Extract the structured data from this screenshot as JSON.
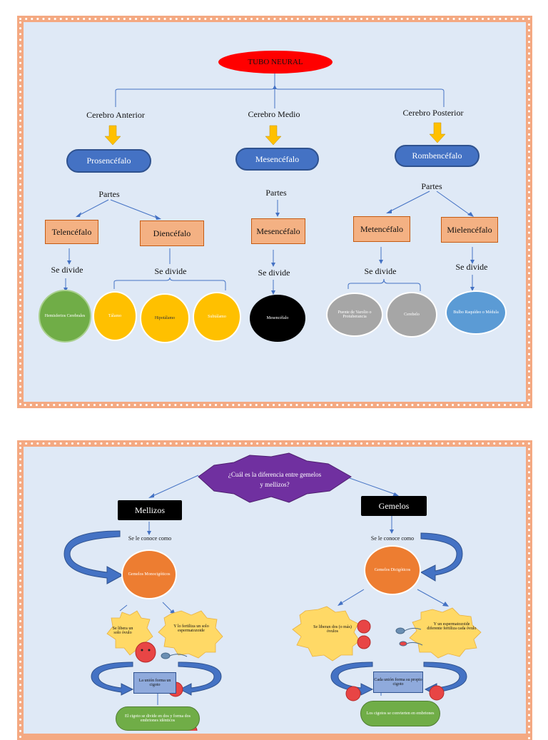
{
  "panel1": {
    "root": "TUBO NEURAL",
    "branches": [
      {
        "title": "Cerebro Anterior",
        "node": "Prosencéfalo"
      },
      {
        "title": "Cerebro Medio",
        "node": "Mesencéfalo"
      },
      {
        "title": "Cerebro Posterior",
        "node": "Rombencéfalo"
      }
    ],
    "partes_label": "Partes",
    "parts": {
      "telencefalo": "Telencéfalo",
      "diencefalo": "Diencéfalo",
      "mesencefalo": "Mesencéfalo",
      "metencefalo": "Metencéfalo",
      "mielencefalo": "Mielencéfalo"
    },
    "divide_label": "Se divide",
    "leaves": {
      "hemisferios": "Hemisferios Cerebrales",
      "talamo": "Tálamo",
      "hipotalamo": "Hipotálamo",
      "subtalamo": "Subtálamo",
      "mesencefalo": "Mesencéfalo",
      "puente": "Puente de Varolio o Protuberancia",
      "cerebelo": "Cerebelo",
      "bulbo": "Bulbo Raquídeo o Médula"
    },
    "colors": {
      "root": "#ff0000",
      "pill": "#4472c4",
      "box": "#f4b183",
      "green": "#70ad47",
      "yellow": "#ffc000",
      "black": "#000000",
      "gray": "#a6a6a6",
      "blue": "#5b9bd5",
      "arrow": "#ffc000"
    }
  },
  "panel2": {
    "question": "¿Cuál es la diferencia entre gemelos y mellizos?",
    "mellizos": {
      "title": "Mellizos",
      "known_as": "Se le conoce como",
      "circle": "Gemelos Monocigóticos",
      "star_left": "Se libera un solo óvulo",
      "star_right": "Y lo fertiliza un solo espermatozoide",
      "union": "La unión forma un cigoto",
      "result": "El cigoto se divide en dos y forma dos embriones idénticos"
    },
    "gemelos": {
      "title": "Gemelos",
      "known_as": "Se le conoce como",
      "circle": "Gemelos Dicigóticos",
      "star_left": "Se liberan dos (o más) óvulos",
      "star_right": "Y un espermatozoide diferente fertiliza cada óvulo",
      "union": "Cada unión forma su propio cigoto",
      "result": "Los cigotos se convierten en embriones"
    },
    "colors": {
      "hex": "#7030a0",
      "orange": "#ed7d31",
      "star": "#ffd966",
      "curve": "#4472c4"
    }
  }
}
